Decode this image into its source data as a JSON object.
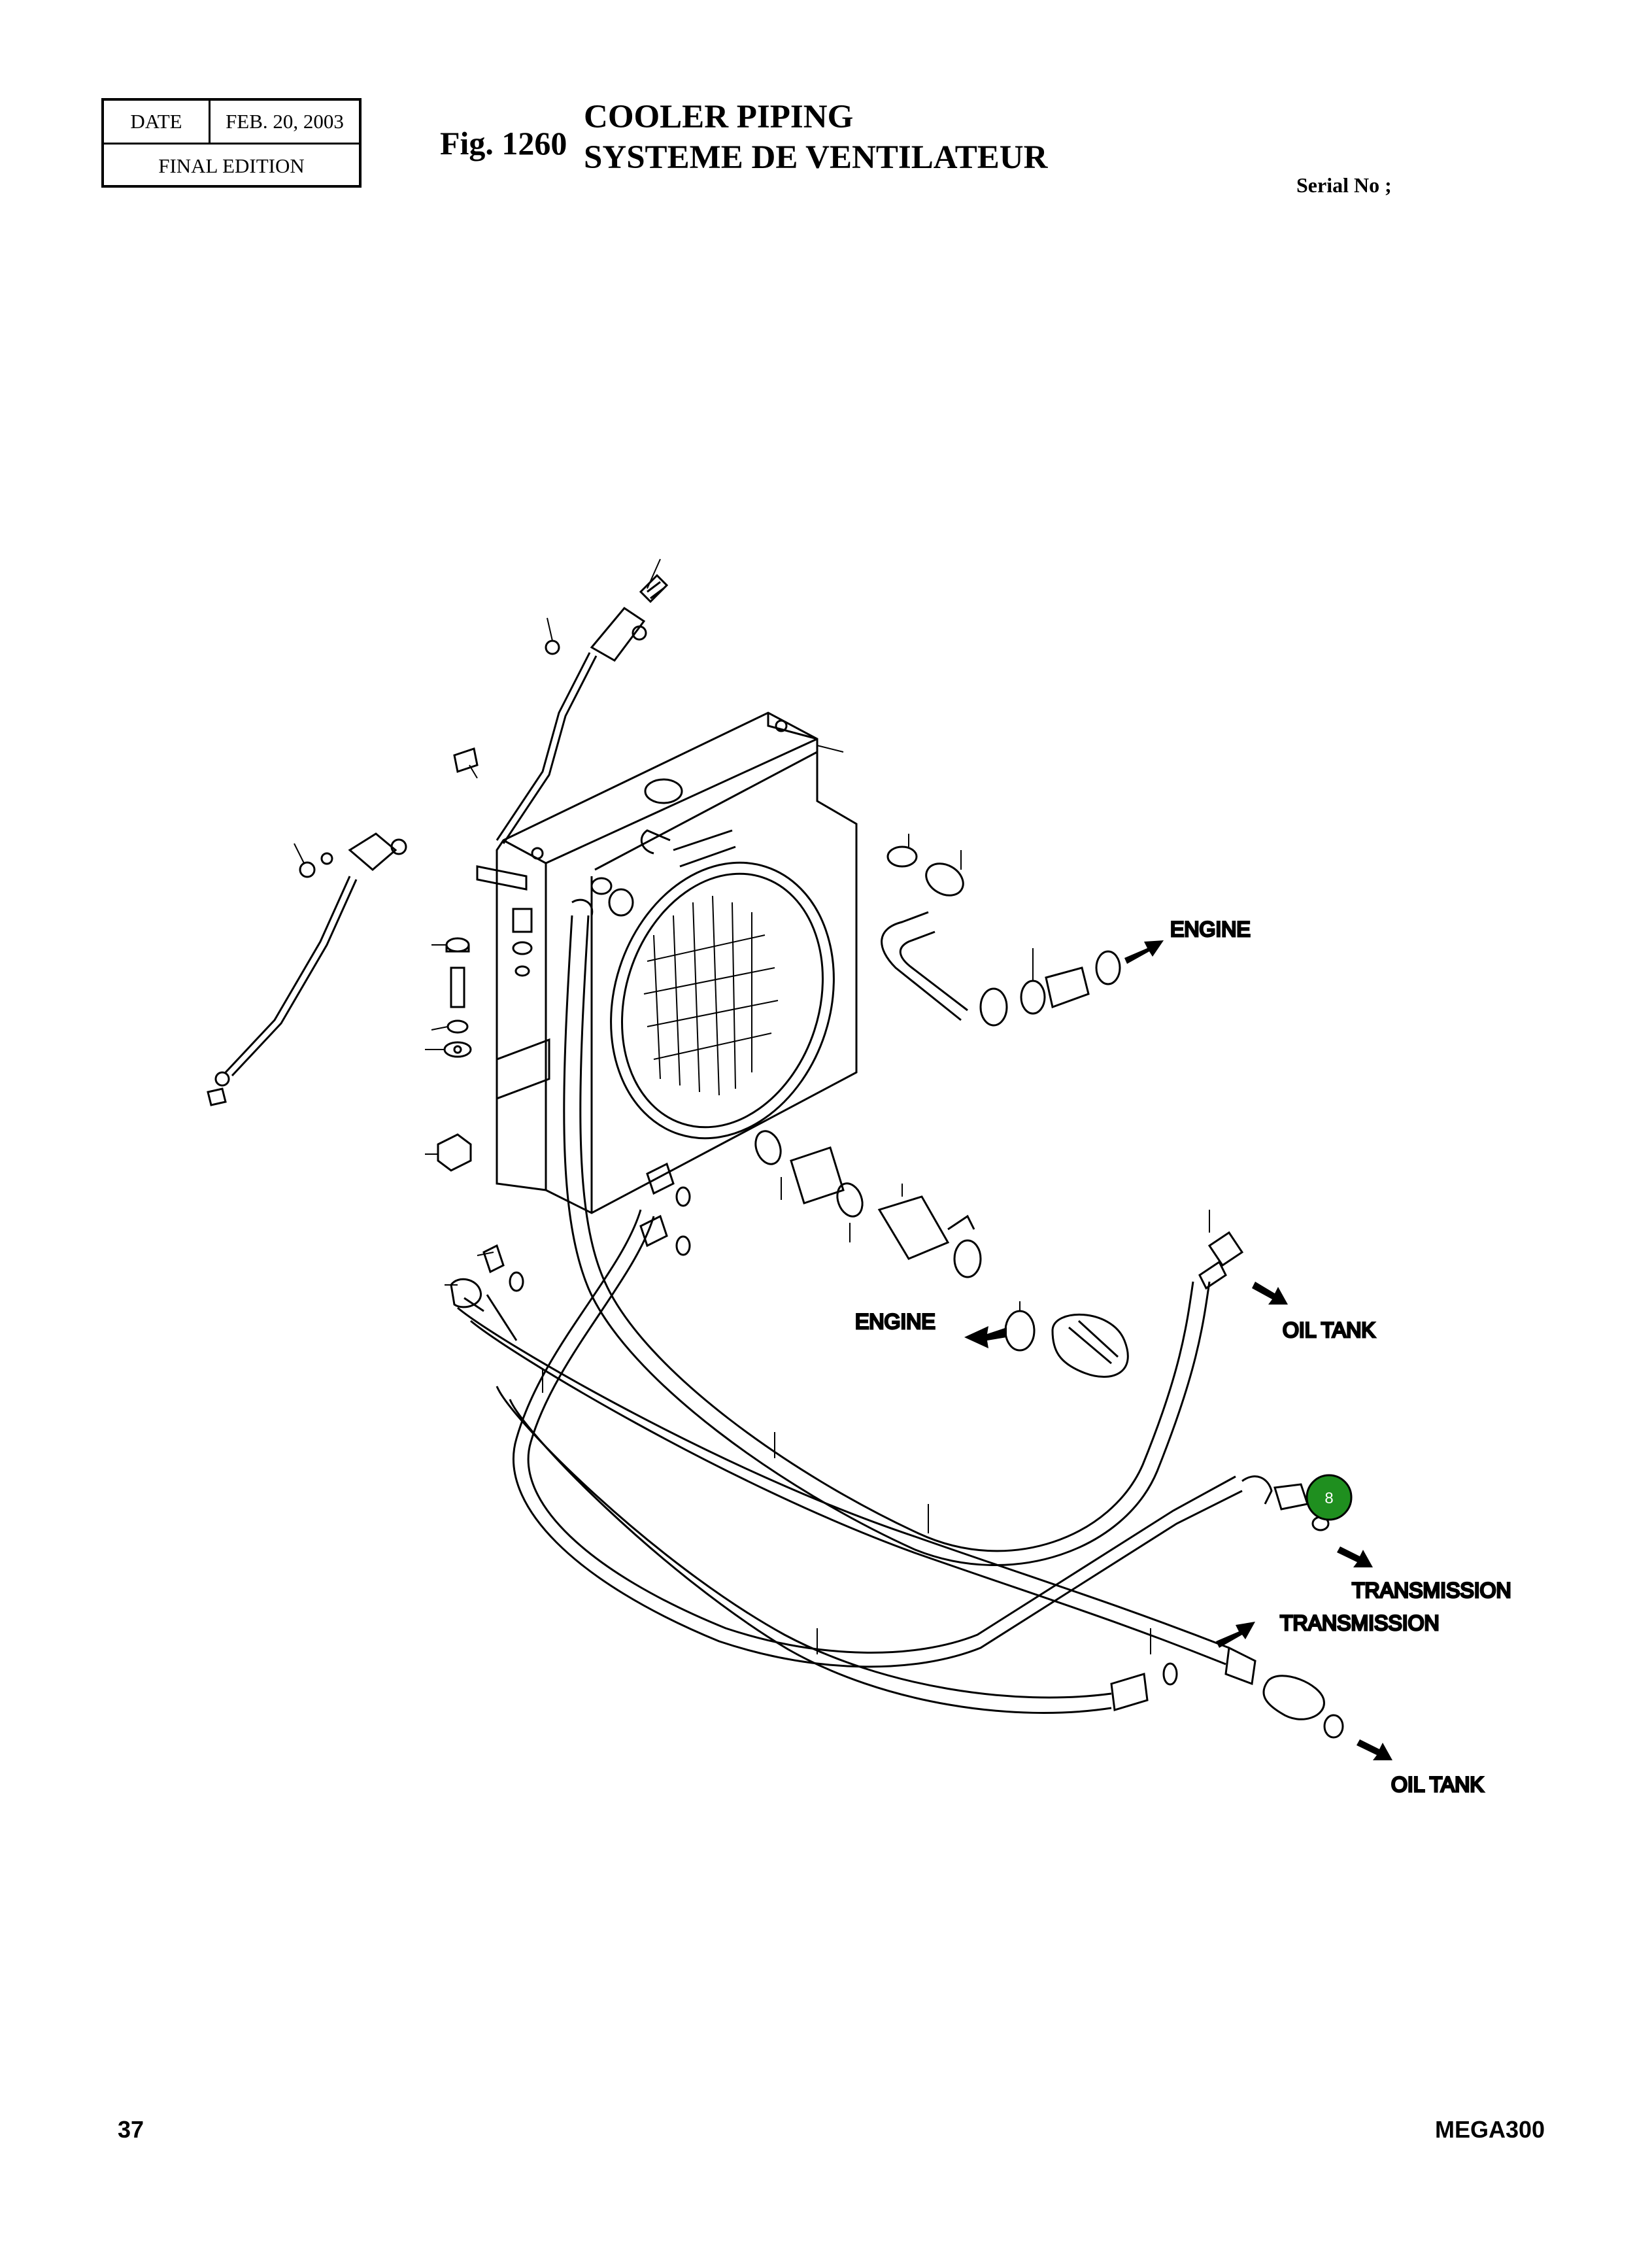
{
  "header": {
    "date_label": "DATE",
    "date_value": "FEB. 20, 2003",
    "edition": "FINAL EDITION",
    "fig_number": "Fig. 1260",
    "title_en": "COOLER PIPING",
    "title_fr": "SYSTEME DE VENTILATEUR",
    "serial": "Serial No ;"
  },
  "diagram": {
    "labels": {
      "engine_top": "ENGINE",
      "engine_mid": "ENGINE",
      "oil_tank_top": "OIL TANK",
      "transmission_upper": "TRANSMISSION",
      "transmission_lower": "TRANSMISSION",
      "oil_tank_bottom": "OIL TANK"
    },
    "callout": {
      "number": "8",
      "color": "#1f8f1f"
    }
  },
  "footer": {
    "page_number": "37",
    "model": "MEGA300"
  }
}
